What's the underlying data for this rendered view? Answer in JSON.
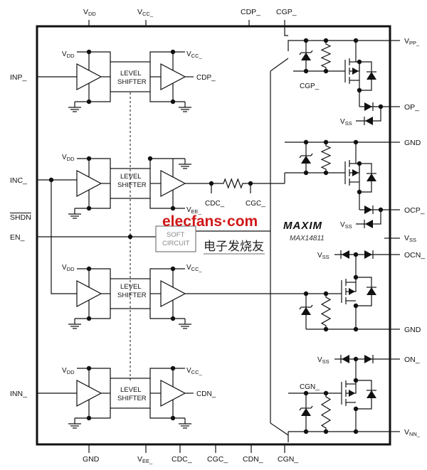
{
  "top_pins": {
    "vdd": "VDD",
    "vcc": "VCC_",
    "cdp": "CDP_",
    "cgp": "CGP_"
  },
  "left_pins": {
    "inp": "INP_",
    "inc": "INC_",
    "shdn": "SHDN",
    "en": "EN_",
    "inn": "INN_"
  },
  "right_pins": {
    "vpp": "VPP_",
    "op": "OP_",
    "gnd1": "GND",
    "ocp": "OCP_",
    "vss": "VSS",
    "ocn": "OCN_",
    "gnd2": "GND",
    "on": "ON_",
    "vnn": "VNN_"
  },
  "bottom_pins": {
    "gnd": "GND",
    "vee": "VEE_",
    "cdc": "CDC_",
    "cgc": "CGC_",
    "cdn": "CDN_",
    "cgn": "CGN_"
  },
  "channels": [
    {
      "vdd": "VDD",
      "supply": "VCC_",
      "box1": "LEVEL",
      "box2": "SHIFTER",
      "out": "CDP_"
    },
    {
      "vdd": "VDD",
      "supply": "VEE_",
      "box1": "LEVEL",
      "box2": "SHIFTER",
      "n1": "CDC_",
      "n2": "CGC_"
    },
    {
      "vdd": "VDD",
      "supply": "VCC_",
      "box1": "LEVEL",
      "box2": "SHIFTER"
    },
    {
      "vdd": "VDD",
      "supply": "VCC_",
      "box1": "LEVEL",
      "box2": "SHIFTER",
      "out": "CDN_"
    }
  ],
  "internal": {
    "cgp": "CGP_",
    "cgn": "CGN_",
    "vss1": "VSS",
    "vss2": "VSS",
    "vss3": "VSS",
    "vss4": "VSS"
  },
  "soft_circuit": {
    "line1": "SOFT",
    "line2": "CIRCUIT"
  },
  "logo": {
    "brand": "MAXIM",
    "part": "MAX14811"
  },
  "watermark": {
    "site": "elecfans·com",
    "cn": "电子发烧友"
  }
}
